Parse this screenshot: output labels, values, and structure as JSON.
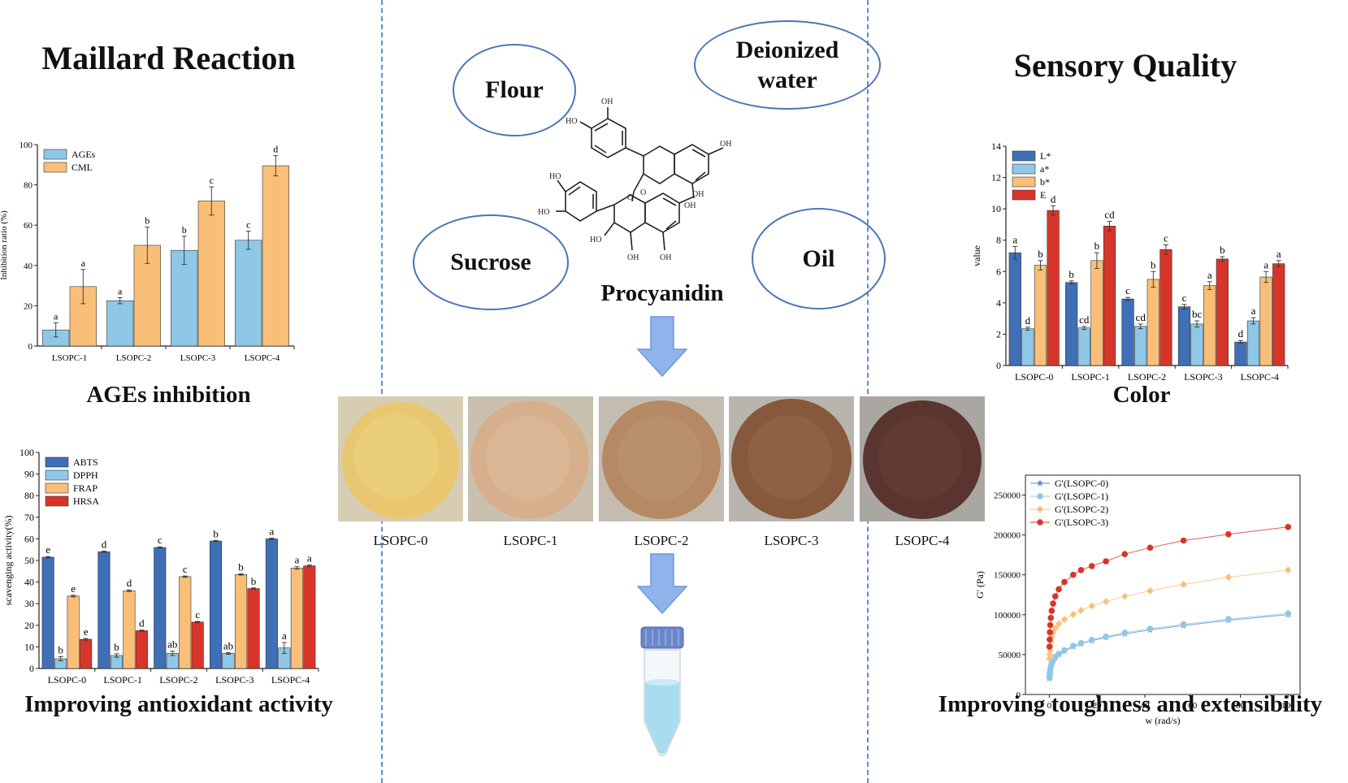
{
  "titles": {
    "maillard": "Maillard Reaction",
    "sensory": "Sensory Quality",
    "ages_inhibition": "AGEs inhibition",
    "color": "Color",
    "antioxidant": "Improving antioxidant activity",
    "toughness": "Improving toughness and extensibility",
    "procyanidin": "Procyanidin"
  },
  "ingredients": {
    "flour": "Flour",
    "water_line1": "Deionized",
    "water_line2": "water",
    "sucrose": "Sucrose",
    "oil": "Oil"
  },
  "molecule_labels": [
    "OH",
    "HO",
    "O"
  ],
  "samples": [
    "LSOPC-0",
    "LSOPC-1",
    "LSOPC-2",
    "LSOPC-3",
    "LSOPC-4"
  ],
  "colors": {
    "divider": "#5b8fd6",
    "arrow": "#8fb4ec",
    "dark_blue": "#3f6fb6",
    "light_blue": "#8ec8e6",
    "orange": "#f9bf78",
    "red": "#d8352a",
    "tube_cap": "#6b86c9",
    "tube_liquid": "#a9dcee"
  },
  "chart_data": [
    {
      "id": "ages",
      "type": "bar",
      "ylabel": "Inhibition ratio (%)",
      "ylim": [
        0,
        100
      ],
      "yticks": [
        0,
        20,
        40,
        60,
        80,
        100
      ],
      "categories": [
        "LSOPC-1",
        "LSOPC-2",
        "LSOPC-3",
        "LSOPC-4"
      ],
      "legend": "top-left",
      "series": [
        {
          "name": "AGEs",
          "color": "#8ec8e6",
          "values": [
            8,
            22.5,
            47.5,
            52.5
          ],
          "errors": [
            3.5,
            1.5,
            7,
            4.5
          ],
          "letters": [
            "a",
            "a",
            "b",
            "c"
          ]
        },
        {
          "name": "CML",
          "color": "#f9bf78",
          "values": [
            29.5,
            50,
            72,
            89.5
          ],
          "errors": [
            8.5,
            9,
            7,
            5
          ],
          "letters": [
            "a",
            "b",
            "c",
            "d"
          ]
        }
      ]
    },
    {
      "id": "color",
      "type": "bar",
      "ylabel": "value",
      "ylim": [
        0,
        14
      ],
      "yticks": [
        0,
        2,
        4,
        6,
        8,
        10,
        12,
        14
      ],
      "categories": [
        "LSOPC-0",
        "LSOPC-1",
        "LSOPC-2",
        "LSOPC-3",
        "LSOPC-4"
      ],
      "legend": "top-left",
      "series": [
        {
          "name": "L*",
          "color": "#3f6fb6",
          "values": [
            7.2,
            5.3,
            4.25,
            3.75,
            1.5
          ],
          "errors": [
            0.4,
            0.1,
            0.1,
            0.15,
            0.1
          ],
          "letters": [
            "a",
            "b",
            "c",
            "c",
            "d"
          ]
        },
        {
          "name": "a*",
          "color": "#8ec8e6",
          "values": [
            2.35,
            2.4,
            2.5,
            2.65,
            2.85
          ],
          "errors": [
            0.1,
            0.1,
            0.15,
            0.2,
            0.2
          ],
          "letters": [
            "d",
            "cd",
            "cd",
            "bc",
            "a"
          ]
        },
        {
          "name": "b*",
          "color": "#f9bf78",
          "values": [
            6.4,
            6.7,
            5.5,
            5.1,
            5.65
          ],
          "errors": [
            0.3,
            0.5,
            0.5,
            0.25,
            0.35
          ],
          "letters": [
            "b",
            "b",
            "b",
            "a",
            "a"
          ]
        },
        {
          "name": "E",
          "color": "#d8352a",
          "values": [
            9.9,
            8.9,
            7.4,
            6.8,
            6.5
          ],
          "errors": [
            0.3,
            0.3,
            0.3,
            0.15,
            0.2
          ],
          "letters": [
            "d",
            "cd",
            "c",
            "b",
            "a"
          ]
        }
      ]
    },
    {
      "id": "antioxidant",
      "type": "bar",
      "ylabel": "scavenging activity(%)",
      "ylim": [
        0,
        100
      ],
      "yticks": [
        0,
        10,
        20,
        30,
        40,
        50,
        60,
        70,
        80,
        90,
        100
      ],
      "categories": [
        "LSOPC-0",
        "LSOPC-1",
        "LSOPC-2",
        "LSOPC-3",
        "LSOPC-4"
      ],
      "legend": "top-left",
      "series": [
        {
          "name": "ABTS",
          "color": "#3f6fb6",
          "values": [
            51.5,
            54,
            56,
            59,
            60
          ],
          "errors": [
            0.3,
            0.3,
            0.3,
            0.3,
            0.3
          ],
          "letters": [
            "e",
            "d",
            "c",
            "b",
            "a"
          ]
        },
        {
          "name": "DPPH",
          "color": "#8ec8e6",
          "values": [
            4.5,
            6,
            7,
            7,
            9.5
          ],
          "errors": [
            1,
            0.8,
            1,
            0.4,
            2.5
          ],
          "letters": [
            "b",
            "b",
            "ab",
            "ab",
            "a"
          ]
        },
        {
          "name": "FRAP",
          "color": "#f9bf78",
          "values": [
            33.5,
            36,
            42.5,
            43.5,
            46.5
          ],
          "errors": [
            0.4,
            0.4,
            0.3,
            0.3,
            0.6
          ],
          "letters": [
            "e",
            "d",
            "c",
            "b",
            "a"
          ]
        },
        {
          "name": "HRSA",
          "color": "#d8352a",
          "values": [
            13.5,
            17.5,
            21.5,
            37,
            47.5
          ],
          "errors": [
            0.4,
            0.3,
            0.3,
            0.3,
            0.4
          ],
          "letters": [
            "e",
            "d",
            "c",
            "b",
            "a"
          ]
        }
      ]
    },
    {
      "id": "rheology",
      "type": "scatter",
      "xlabel": "w (rad/s)",
      "ylabel": "G' (Pa)",
      "xlim": [
        -10,
        105
      ],
      "ylim": [
        0,
        275000
      ],
      "xticks": [
        0,
        20,
        40,
        60,
        80,
        100
      ],
      "yticks": [
        0,
        50000,
        100000,
        150000,
        200000,
        250000
      ],
      "legend": "top-left",
      "x": [
        0.1,
        0.16,
        0.25,
        0.4,
        0.63,
        1,
        1.58,
        2.51,
        3.98,
        6.31,
        10,
        13.3,
        17.8,
        23.7,
        31.6,
        42.2,
        56.2,
        75,
        100
      ],
      "series": [
        {
          "name": "G'(LSOPC-0)",
          "marker": "star",
          "color": "#5a8fce",
          "values": [
            20000,
            23000,
            26500,
            30000,
            34000,
            38000,
            42000,
            46000,
            50000,
            54500,
            60000,
            63500,
            67500,
            71500,
            76000,
            81000,
            86500,
            93000,
            100000
          ]
        },
        {
          "name": "G'(LSOPC-1)",
          "marker": "circle",
          "color": "#8ec8e6",
          "values": [
            21000,
            24000,
            27500,
            31000,
            35000,
            39000,
            43000,
            47000,
            51000,
            55500,
            61000,
            64500,
            68500,
            72500,
            77500,
            82500,
            88000,
            94500,
            101500
          ]
        },
        {
          "name": "G'(LSOPC-2)",
          "marker": "diamond",
          "color": "#f9bf78",
          "values": [
            45000,
            50000,
            55500,
            61000,
            66500,
            72000,
            77500,
            83000,
            88500,
            94000,
            100500,
            105500,
            111000,
            116500,
            123000,
            130000,
            138000,
            147000,
            156000
          ]
        },
        {
          "name": "G'(LSOPC-3)",
          "marker": "circle",
          "color": "#d8352a",
          "values": [
            60000,
            69000,
            78000,
            87000,
            96000,
            105000,
            114000,
            123000,
            132000,
            141000,
            150000,
            156000,
            161000,
            167000,
            176000,
            184000,
            193000,
            201000,
            210000
          ]
        }
      ]
    }
  ]
}
